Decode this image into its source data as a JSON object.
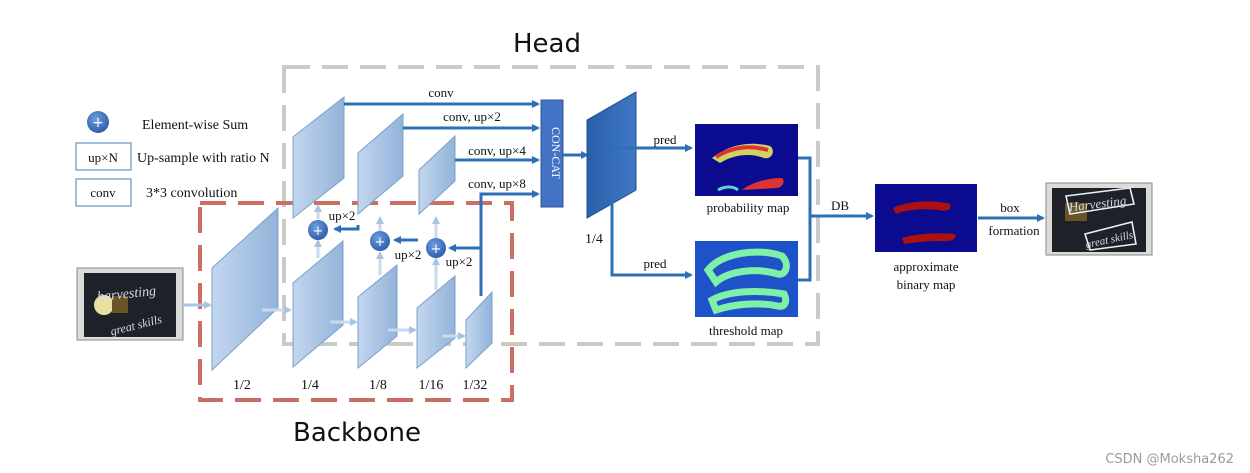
{
  "titles": {
    "head": "Head",
    "backbone": "Backbone"
  },
  "legend": {
    "sum_symbol": "+",
    "sum_label": "Element-wise Sum",
    "up_symbol": "up×N",
    "up_label": "Up-sample with ratio N",
    "conv_symbol": "conv",
    "conv_label": "3*3 convolution"
  },
  "input_image": {
    "line1": "harvesting",
    "line2": "great skills"
  },
  "backbone_scales": [
    "1/2",
    "1/4",
    "1/8",
    "1/16",
    "1/32"
  ],
  "fpn_upsample_labels": [
    "up×2",
    "up×2",
    "up×2"
  ],
  "sum_symbol": "+",
  "head_conv_labels": [
    "conv",
    "conv, up×2",
    "conv, up×4",
    "conv, up×8"
  ],
  "concat_label": "CON-CAT",
  "concat_output_scale": "1/4",
  "pred_labels": [
    "pred",
    "pred"
  ],
  "outputs": {
    "probability_map": "probability map",
    "threshold_map": "threshold map",
    "db_label": "DB",
    "approximate_binary_map": "approximate\nbinary map",
    "box_label_line1": "box",
    "box_label_line2": "formation"
  },
  "output_image": {
    "line1": "Harvesting",
    "line2": "great skills"
  },
  "watermark": "CSDN @Moksha262",
  "colors": {
    "arrow_blue": "#2f6fb6",
    "plane_light": "#a9c3e2",
    "plane_edge": "#7aa0cc",
    "concat_fill": "#4472c4",
    "head_border": "#c8ccc4",
    "backbone_border": "#cd6e63",
    "sum_circle": "#3a6fc0",
    "map_bg": "#0b0b8f"
  }
}
